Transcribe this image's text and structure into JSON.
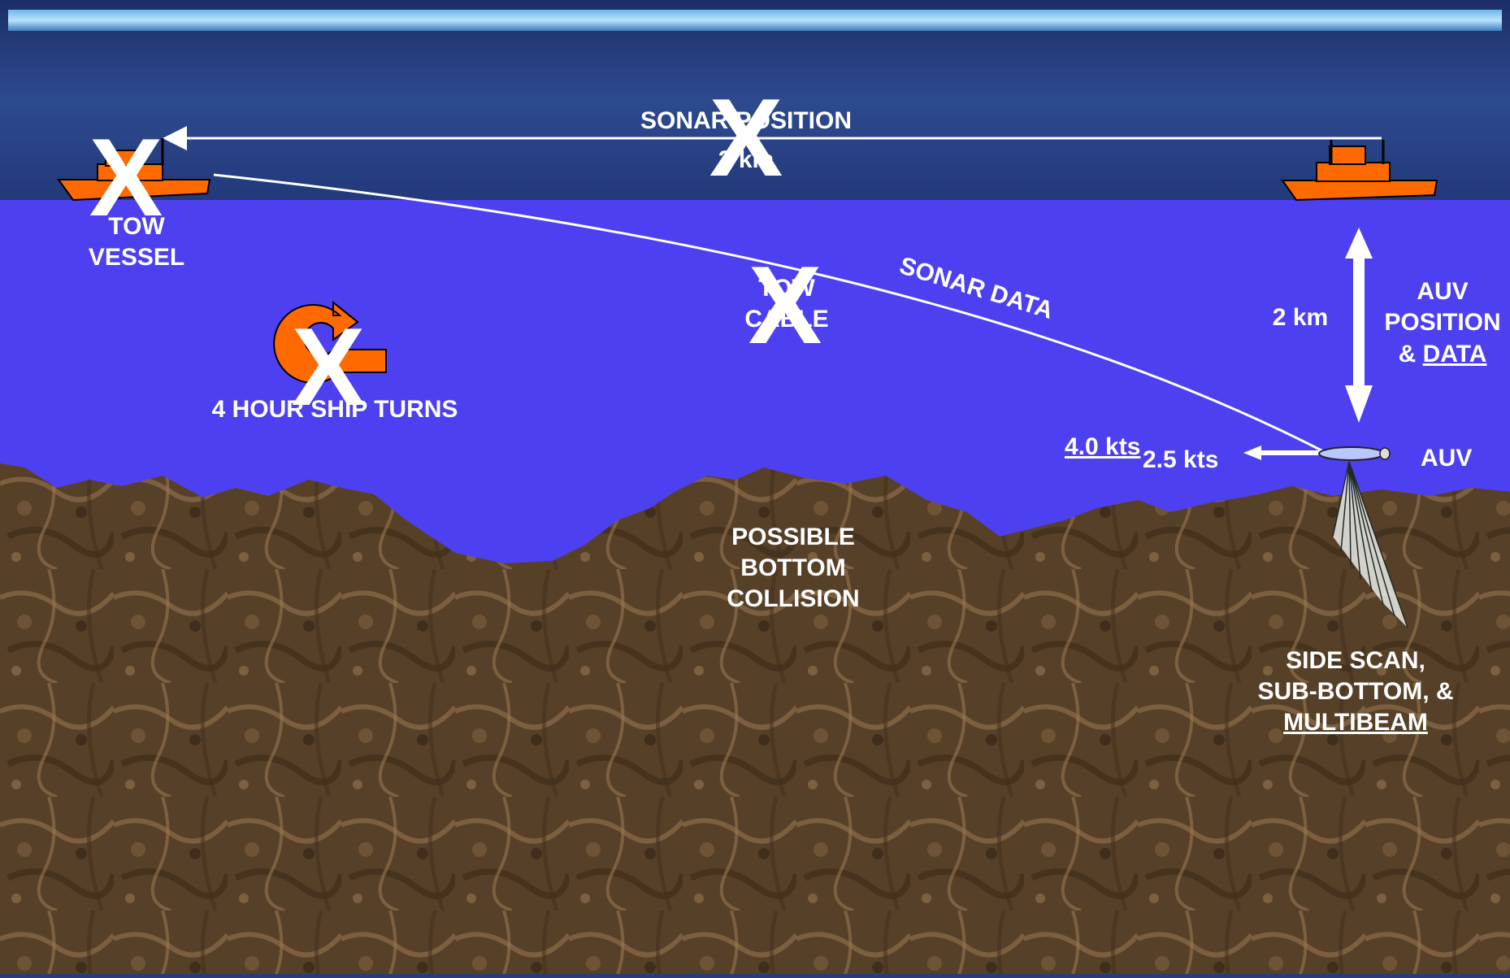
{
  "colors": {
    "sky": "#27407e",
    "water": "#4d40f0",
    "seabed": "#5b4328",
    "vessel": "#ff6a00",
    "x_mark": "#ffffff",
    "label": "#ffffff"
  },
  "labels": {
    "sonar_position": "SONAR POSITION",
    "sonar_position_distance": "2 km",
    "tow_vessel_line1": "TOW",
    "tow_vessel_line2": "VESSEL",
    "tow_cable_line1": "TOW",
    "tow_cable_line2": "CABLE",
    "sonar_data": "SONAR DATA",
    "ship_turns": "4 HOUR SHIP TURNS",
    "depth_distance": "2 km",
    "auv_position_line1": "AUV",
    "auv_position_line2": "POSITION",
    "auv_position_line3_prefix": "& ",
    "auv_position_line3_data": "DATA",
    "speed_struck": "4.0 kts",
    "speed": "2.5 kts",
    "auv": "AUV",
    "bottom_line1": "POSSIBLE",
    "bottom_line2": "BOTTOM",
    "bottom_line3": "COLLISION",
    "sensors_line1": "SIDE SCAN,",
    "sensors_line2": "SUB-BOTTOM, &",
    "sensors_line3": "MULTIBEAM",
    "x_mark": "X"
  },
  "icons": {
    "tow_vessel": "ship-icon",
    "auv_support_vessel": "ship-icon",
    "auv": "auv-icon",
    "turn": "u-turn-arrow-icon",
    "sonar_swath": "sonar-beam-icon"
  }
}
